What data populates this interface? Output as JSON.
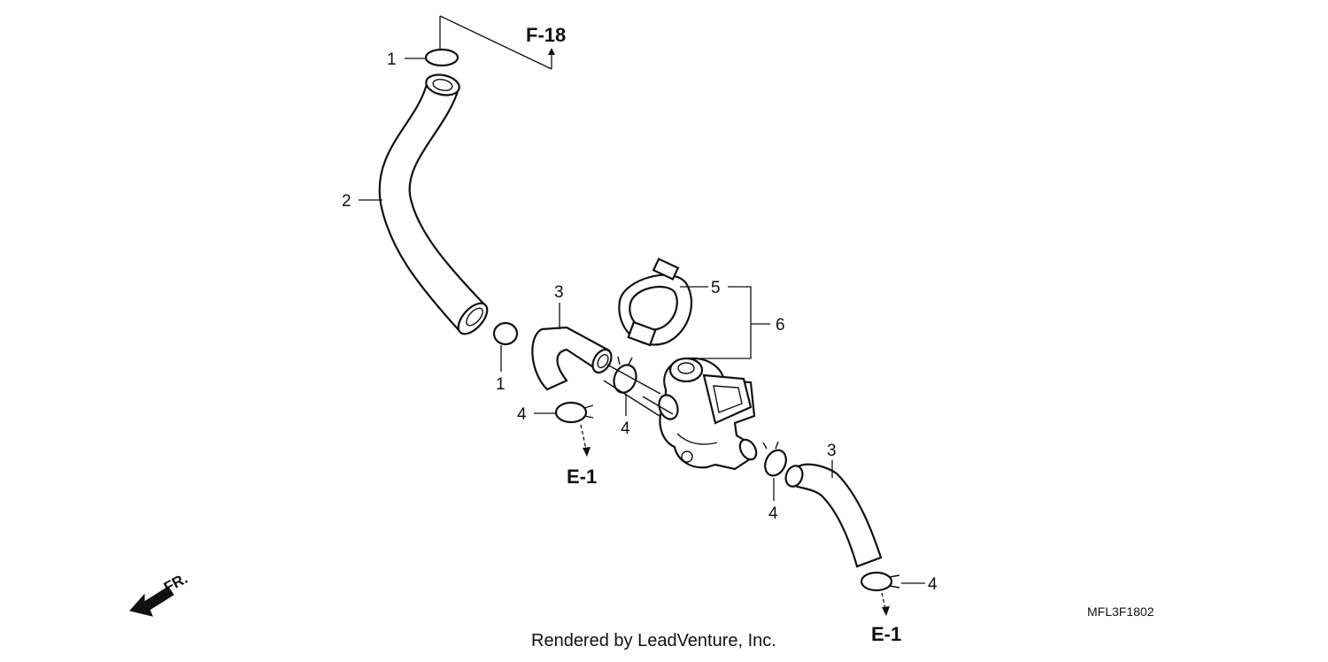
{
  "callouts": {
    "c1_top": "1",
    "c2": "2",
    "c3_mid": "3",
    "c1_mid": "1",
    "c4_left": "4",
    "c4_mid": "4",
    "c5": "5",
    "c6": "6",
    "c3_right": "3",
    "c4_right_low": "4",
    "c4_bottom": "4"
  },
  "references": {
    "f18": "F-18",
    "e1_left": "E-1",
    "e1_bottom": "E-1"
  },
  "direction_label": "FR.",
  "diagram_code": "MFL3F1802",
  "credit": "Rendered by LeadVenture, Inc.",
  "icons": [
    "front-direction-arrow-icon",
    "reference-arrow-icon"
  ]
}
